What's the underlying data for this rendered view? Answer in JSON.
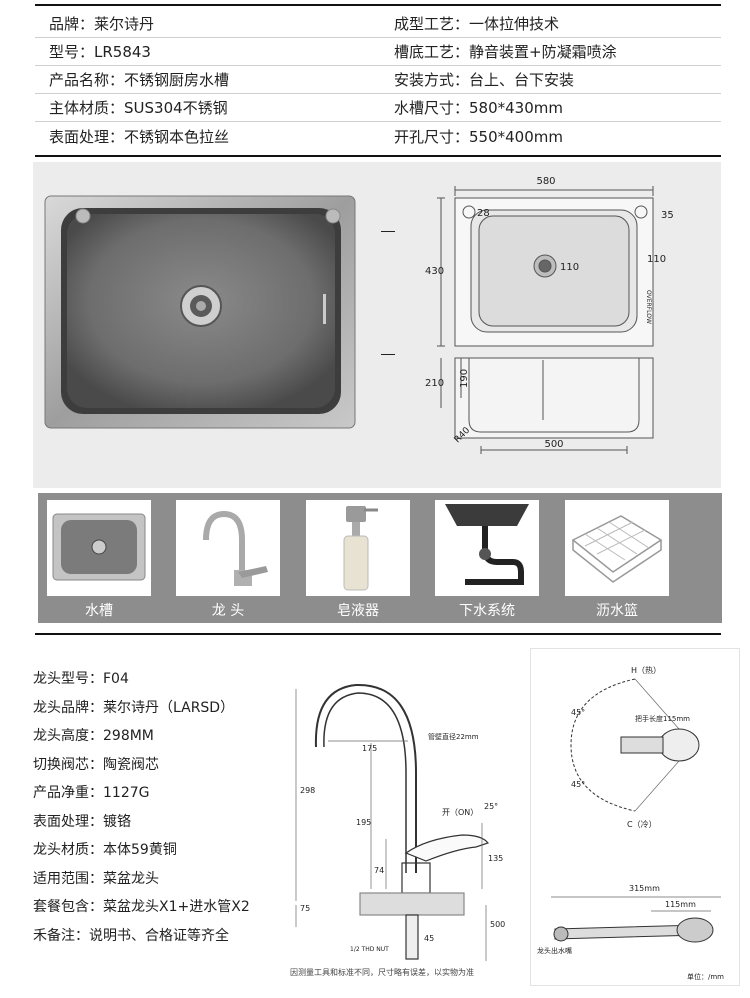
{
  "specs": [
    [
      "品牌：莱尔诗丹",
      "成型工艺：一体拉伸技术"
    ],
    [
      "型号：LR5843",
      "槽底工艺：静音装置+防凝霜喷涂"
    ],
    [
      "产品名称：不锈钢厨房水槽",
      "安装方式：台上、台下安装"
    ],
    [
      "主体材质：SUS304不锈钢",
      "水槽尺寸：580*430mm"
    ],
    [
      "表面处理：不锈钢本色拉丝",
      "开孔尺寸：550*400mm"
    ]
  ],
  "sink_drawing": {
    "width": "580",
    "height": "430",
    "corner": "28",
    "edge": "35",
    "drain": "110",
    "drain_right": "110",
    "depth_total": "210",
    "depth_inner": "190",
    "bottom_width": "500",
    "corner_mark": "R40",
    "side_label": "OVERFLOW"
  },
  "accessories": [
    {
      "label": "水槽",
      "icon": "sink-icon"
    },
    {
      "label": "龙 头",
      "icon": "faucet-icon"
    },
    {
      "label": "皂液器",
      "icon": "soap-dispenser-icon"
    },
    {
      "label": "下水系统",
      "icon": "drain-pipe-icon"
    },
    {
      "label": "沥水篮",
      "icon": "drain-basket-icon"
    }
  ],
  "faucet_specs": [
    "龙头型号：F04",
    "龙头品牌：莱尔诗丹（LARSD）",
    "龙头高度：298MM",
    "切换阀芯：陶瓷阀芯",
    "产品净重：1127G",
    "表面处理：镀铬",
    "龙头材质：本体59黄铜",
    "适用范围：菜盆龙头",
    "套餐包含：菜盆龙头X1+进水管X2",
    "禾备注：说明书、合格证等齐全"
  ],
  "faucet_drawing": {
    "height": "298",
    "spout_reach": "175",
    "pipe_diameter": "管壁直径22mm",
    "on_label": "开（ON）",
    "angle": "25°",
    "body_height": "195",
    "handle_height": "135",
    "base_height": "74",
    "bottom": "75",
    "hose": "500",
    "thread": "1/2 THD NUT",
    "base_diameter": "45",
    "note": "因测量工具和标准不同，尺寸略有误差，以实物为准"
  },
  "top_view": {
    "hot": "H（热）",
    "cold": "C（冷）",
    "angle_top": "45°",
    "angle_bottom": "45°",
    "handle_length": "把手长度115mm",
    "total": "315mm",
    "handle": "115mm",
    "outlet": "龙头出水嘴",
    "unit": "单位：/mm"
  },
  "colors": {
    "hero_bg": "#ececec",
    "strip_bg": "#8d8d8d",
    "rule": "#111111"
  }
}
